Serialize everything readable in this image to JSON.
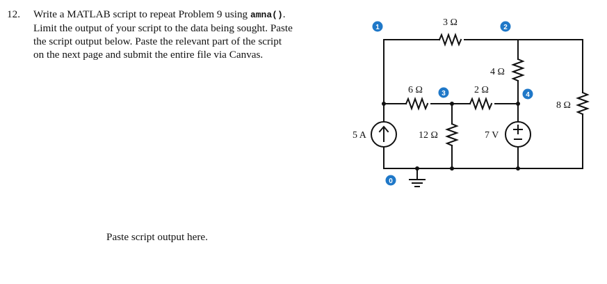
{
  "problem": {
    "number": "12.",
    "line1_pre": "Write a MATLAB script to repeat Problem 9 using ",
    "line1_code": "amna()",
    "line1_post": ".",
    "line2": "Limit the output of your script to the data being sought. Paste",
    "line3": "the script output below.  Paste the relevant part of the script",
    "line4": "on the next page and submit the entire file via Canvas."
  },
  "paste_prompt": "Paste script output here.",
  "circuit": {
    "resistors": {
      "r_top": "3 Ω",
      "r_right_upper": "4 Ω",
      "r_left_mid": "6 Ω",
      "r_mid_mid": "2 Ω",
      "r_far_right": "8 Ω",
      "r_center_vertical": "12 Ω"
    },
    "current_source": "5 A",
    "voltage_source": "7 V",
    "node_labels": [
      "0",
      "1",
      "2",
      "3",
      "4"
    ],
    "badge_color": "#1f78c8"
  }
}
